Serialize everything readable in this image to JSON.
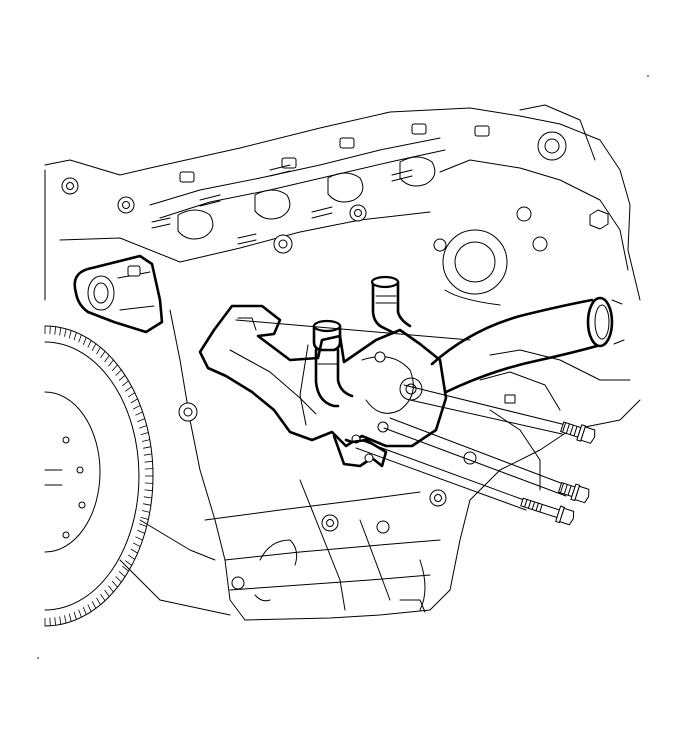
{
  "figure": {
    "background": "#ffffff",
    "line_color": "#000000",
    "components": [
      "cylinder-block",
      "cylinder-head",
      "flywheel",
      "thermostat-housing",
      "water-outlet-housing",
      "coolant-pipe",
      "coolant-hose",
      "mounting-bolts"
    ],
    "bolt_count": 3
  }
}
